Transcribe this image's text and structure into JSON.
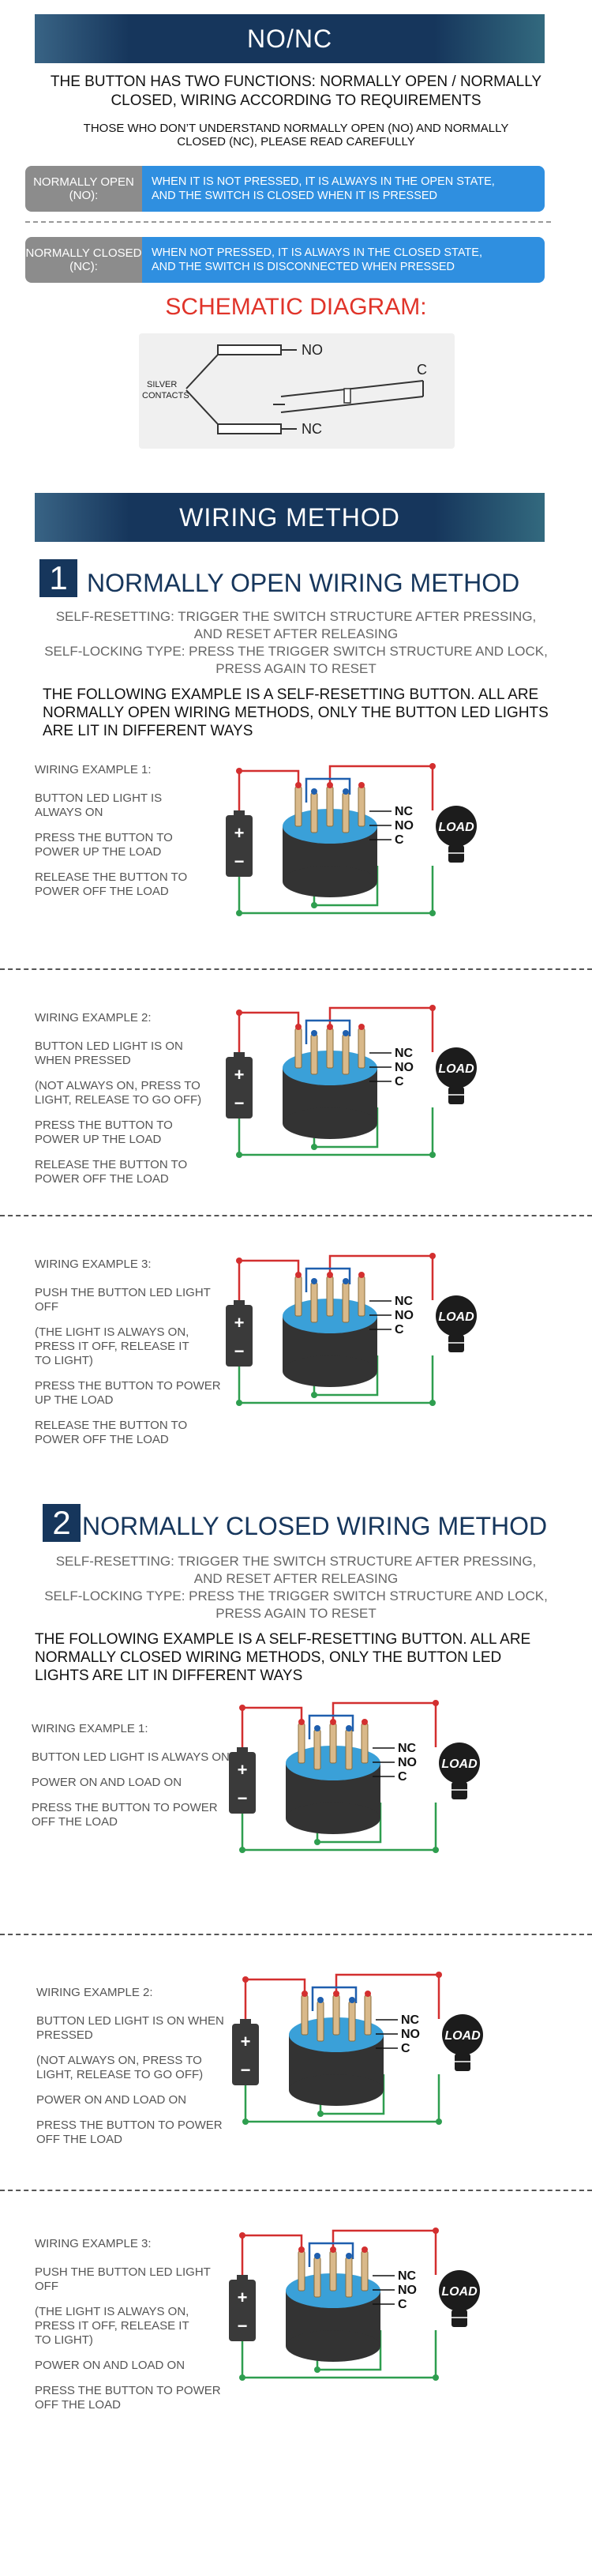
{
  "header": {
    "title": "NO/NC",
    "intro_line1": "THE BUTTON HAS TWO FUNCTIONS: NORMALLY OPEN / NORMALLY",
    "intro_line2": "CLOSED, WIRING ACCORDING TO REQUIREMENTS",
    "note_line1": "THOSE WHO DON’T UNDERSTAND NORMALLY OPEN (NO) AND NORMALLY",
    "note_line2": "CLOSED (NC), PLEASE READ CAREFULLY"
  },
  "definitions": [
    {
      "label_line1": "NORMALLY OPEN",
      "label_line2": "(NO):",
      "desc_line1": "WHEN IT IS NOT PRESSED, IT IS ALWAYS IN THE OPEN STATE,",
      "desc_line2": "AND THE SWITCH IS CLOSED WHEN IT IS PRESSED"
    },
    {
      "label_line1": "NORMALLY CLOSED",
      "label_line2": "(NC):",
      "desc_line1": "WHEN NOT PRESSED, IT IS ALWAYS IN THE CLOSED STATE,",
      "desc_line2": "AND THE SWITCH IS DISCONNECTED WHEN PRESSED"
    }
  ],
  "schematic": {
    "title": "SCHEMATIC DIAGRAM:",
    "label_no": "NO",
    "label_nc": "NC",
    "label_c": "C",
    "label_silver1": "SILVER",
    "label_silver2": "CONTACTS"
  },
  "wiring_banner": "WIRING METHOD",
  "sections": [
    {
      "number": "1",
      "title": "NORMALLY OPEN WIRING METHOD",
      "line1": "SELF-RESETTING: TRIGGER THE SWITCH STRUCTURE AFTER PRESSING,",
      "line2": "AND RESET AFTER RELEASING",
      "line3": "SELF-LOCKING TYPE: PRESS THE TRIGGER SWITCH STRUCTURE AND LOCK,",
      "line4": "PRESS AGAIN TO RESET",
      "bold1": "THE FOLLOWING EXAMPLE IS A SELF-RESETTING BUTTON. ALL ARE",
      "bold2": "NORMALLY OPEN WIRING METHODS, ONLY THE BUTTON LED LIGHTS",
      "bold3": "ARE LIT IN DIFFERENT WAYS",
      "examples": [
        {
          "title": "WIRING EXAMPLE 1:",
          "items": [
            [
              "BUTTON LED LIGHT IS",
              " ALWAYS ON"
            ],
            [
              "PRESS THE BUTTON TO",
              "POWER UP THE LOAD"
            ],
            [
              "RELEASE THE BUTTON TO",
              "POWER OFF THE LOAD"
            ]
          ]
        },
        {
          "title": "WIRING EXAMPLE 2:",
          "items": [
            [
              "BUTTON LED LIGHT IS ON",
              "WHEN PRESSED"
            ],
            [
              "(NOT ALWAYS ON, PRESS TO",
              "LIGHT, RELEASE TO GO OFF)"
            ],
            [
              "PRESS THE BUTTON TO",
              "POWER UP THE LOAD"
            ],
            [
              "RELEASE THE BUTTON TO",
              "POWER OFF THE LOAD"
            ]
          ]
        },
        {
          "title": "WIRING EXAMPLE 3:",
          "items": [
            [
              "PUSH THE BUTTON LED LIGHT",
              " OFF"
            ],
            [
              "(THE LIGHT IS ALWAYS ON,",
              "PRESS IT OFF, RELEASE IT",
              "TO LIGHT)"
            ],
            [
              "PRESS THE BUTTON TO POWER",
              " UP THE LOAD"
            ],
            [
              "RELEASE THE BUTTON TO",
              "POWER OFF THE LOAD"
            ]
          ]
        }
      ]
    },
    {
      "number": "2",
      "title": "NORMALLY CLOSED WIRING METHOD",
      "line1": "SELF-RESETTING: TRIGGER THE SWITCH STRUCTURE AFTER PRESSING,",
      "line2": "AND RESET AFTER RELEASING",
      "line3": "SELF-LOCKING TYPE: PRESS THE TRIGGER SWITCH STRUCTURE AND LOCK,",
      "line4": "PRESS AGAIN TO RESET",
      "bold1": "THE FOLLOWING EXAMPLE IS A SELF-RESETTING BUTTON. ALL ARE",
      "bold2": "NORMALLY CLOSED WIRING METHODS, ONLY THE BUTTON LED",
      "bold3": " LIGHTS ARE LIT IN DIFFERENT WAYS",
      "examples": [
        {
          "title": "WIRING EXAMPLE 1:",
          "items": [
            [
              "BUTTON LED LIGHT IS ALWAYS ON"
            ],
            [
              "POWER ON AND LOAD ON"
            ],
            [
              "PRESS THE BUTTON TO POWER",
              "  OFF THE LOAD"
            ]
          ]
        },
        {
          "title": "WIRING EXAMPLE 2:",
          "items": [
            [
              "BUTTON LED LIGHT IS ON WHEN",
              "PRESSED"
            ],
            [
              "(NOT ALWAYS ON, PRESS TO",
              "LIGHT, RELEASE TO GO OFF)"
            ],
            [
              "POWER ON AND LOAD ON"
            ],
            [
              "PRESS THE BUTTON TO POWER",
              "OFF THE LOAD"
            ]
          ]
        },
        {
          "title": "WIRING EXAMPLE 3:",
          "items": [
            [
              "PUSH THE BUTTON LED LIGHT",
              "OFF"
            ],
            [
              "(THE LIGHT IS ALWAYS ON,",
              "PRESS IT OFF, RELEASE IT",
              "TO LIGHT)"
            ],
            [
              "POWER ON AND LOAD ON"
            ],
            [
              "PRESS THE BUTTON TO POWER",
              "OFF THE LOAD"
            ]
          ]
        }
      ]
    }
  ],
  "diagram_labels": {
    "nc": "NC",
    "no": "NO",
    "c": "C",
    "load": "LOAD",
    "plus": "+",
    "minus": "−"
  },
  "colors": {
    "navy": "#16365c",
    "blue": "#2f8fe0",
    "red_wire": "#d32f2f",
    "green_wire": "#2e9e4f",
    "dark_blue_wire": "#1f5fae",
    "switch_body": "#333333",
    "switch_ring": "#3aa0d8",
    "title_red": "#e0342a"
  }
}
